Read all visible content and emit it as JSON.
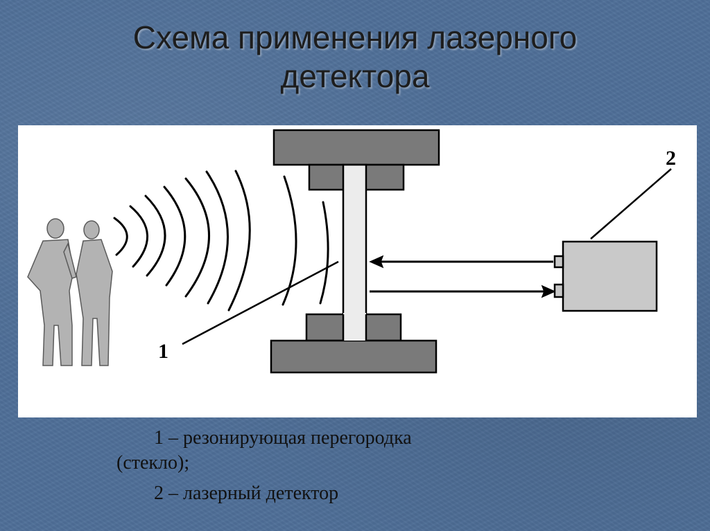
{
  "title": {
    "line1": "Схема применения лазерного",
    "line2": "детектора"
  },
  "diagram": {
    "label_1": "1",
    "label_2": "2"
  },
  "caption": {
    "item1_part1": "1 – резонирующая перегородка",
    "item1_part2": "(стекло);",
    "item2": "2 – лазерный детектор"
  }
}
